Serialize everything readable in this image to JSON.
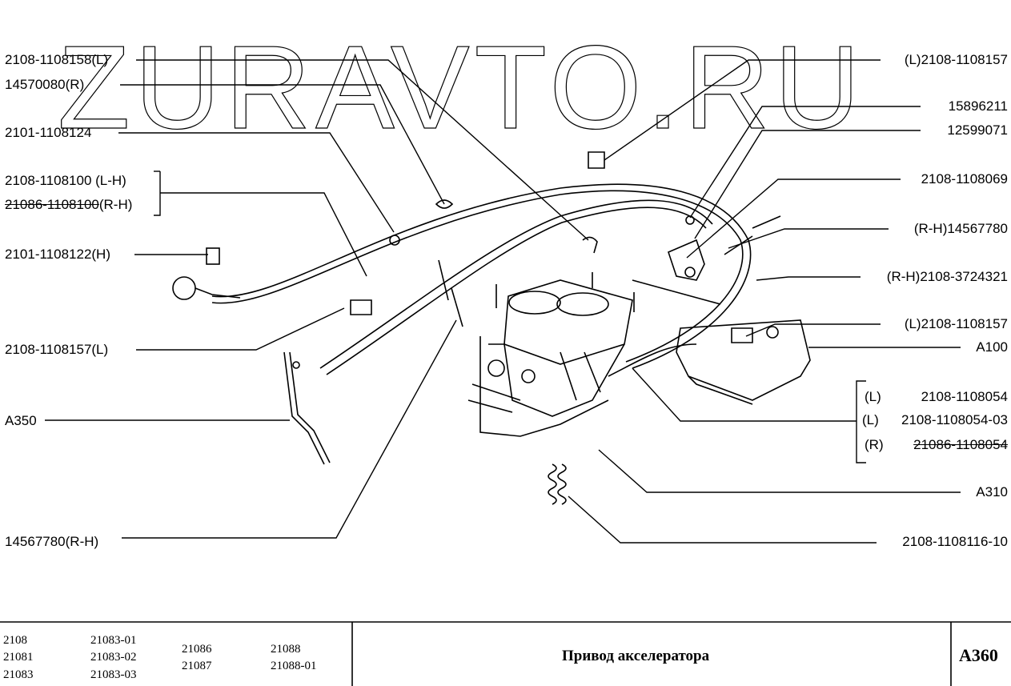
{
  "watermark": "ZURAVTO.RU",
  "labels": {
    "left": {
      "p1": "2108-1108158(L)",
      "p2": "14570080(R)",
      "p3": "2101-1108124",
      "p4a": "2108-1108100  (L-H)",
      "p4b_strike": "21086-1108100",
      "p4b_rest": "(R-H)",
      "p5": "2101-1108122(H)",
      "p6": "2108-1108157(L)",
      "p7": "A350",
      "p8": "14567780(R-H)"
    },
    "right": {
      "p1": "(L)2108-1108157",
      "p2": "15896211",
      "p3": "12599071",
      "p4": "2108-1108069",
      "p5": "(R-H)14567780",
      "p6": "(R-H)2108-3724321",
      "p7": "(L)2108-1108157",
      "p8": "A100",
      "g1_prefix": "(L)",
      "g1_num": "2108-1108054",
      "g2_prefix": "(L)",
      "g2_num": "2108-1108054-03",
      "g3_prefix": "(R)",
      "g3_num": "21086-1108054",
      "p9": "A310",
      "p10": "2108-1108116-10"
    }
  },
  "footer": {
    "models": [
      "2108",
      "21081",
      "21083",
      "21083-01",
      "21083-02",
      "21083-03",
      "21086",
      "21087",
      "21088",
      "21088-01"
    ],
    "title": "Привод акселератора",
    "code": "A360"
  }
}
